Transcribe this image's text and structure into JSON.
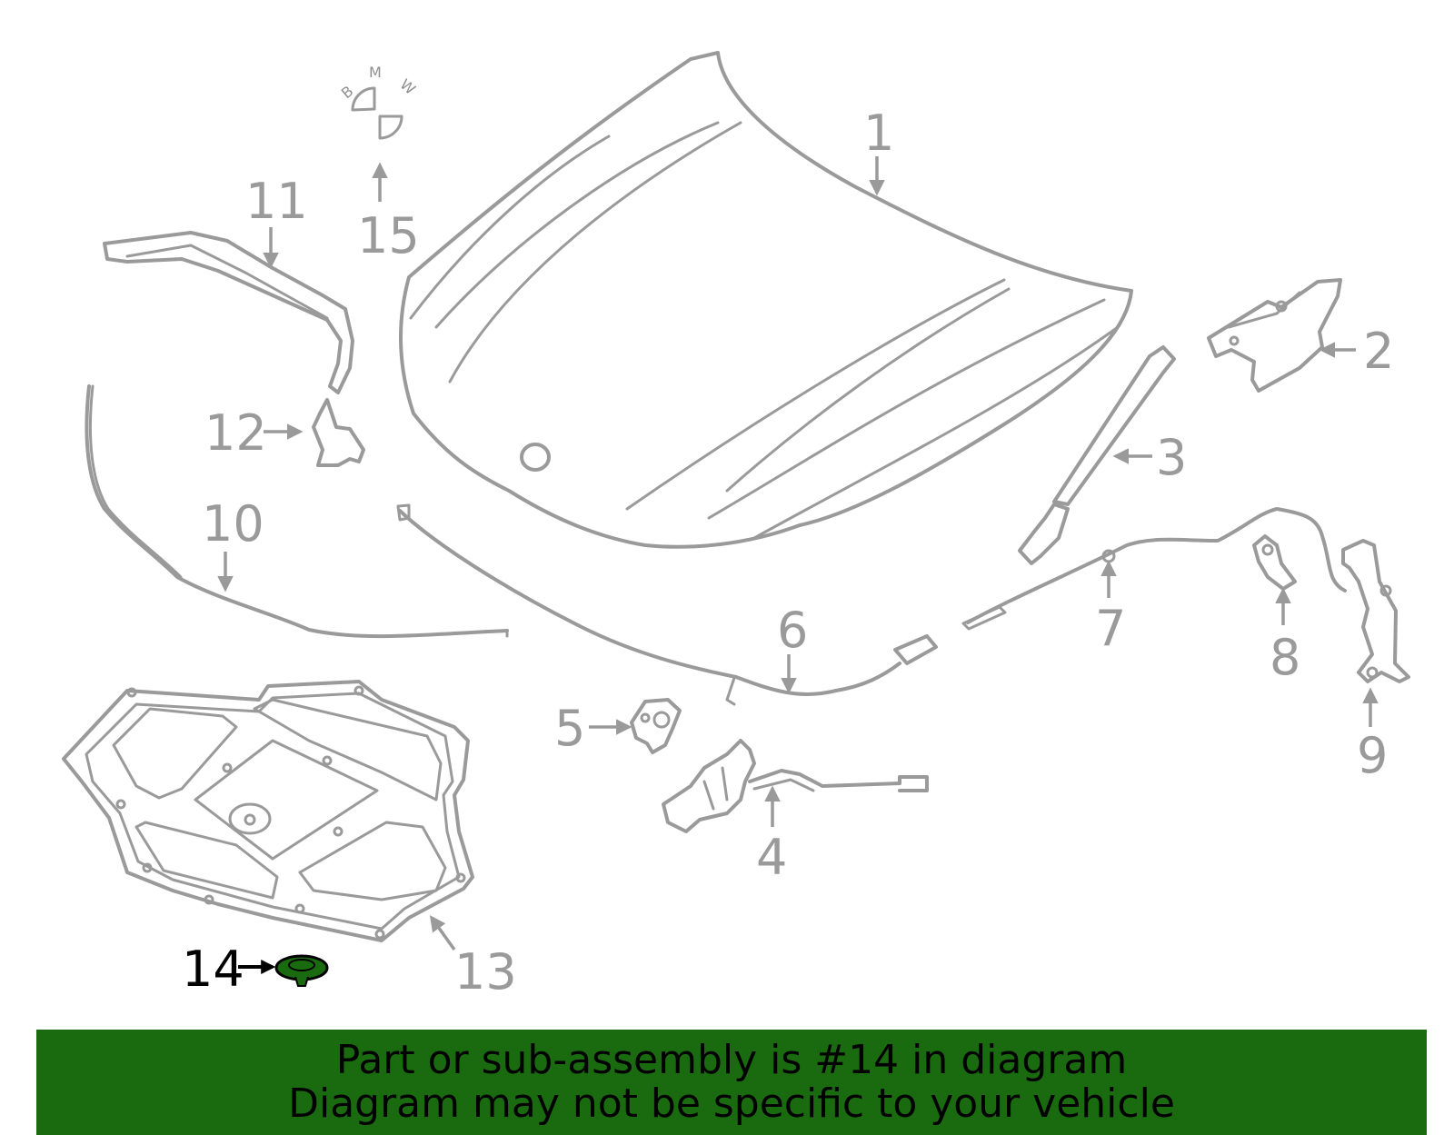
{
  "diagram": {
    "logo_letters": [
      "B",
      "M",
      "W"
    ],
    "callouts": [
      {
        "num": "1",
        "part": "hood"
      },
      {
        "num": "2",
        "part": "hinge"
      },
      {
        "num": "3",
        "part": "support strut"
      },
      {
        "num": "4",
        "part": "latch"
      },
      {
        "num": "5",
        "part": "bracket"
      },
      {
        "num": "6",
        "part": "release cable"
      },
      {
        "num": "7",
        "part": "release cable"
      },
      {
        "num": "8",
        "part": "bracket"
      },
      {
        "num": "9",
        "part": "hinge"
      },
      {
        "num": "10",
        "part": "seal"
      },
      {
        "num": "11",
        "part": "seal"
      },
      {
        "num": "12",
        "part": "bracket"
      },
      {
        "num": "13",
        "part": "insulator"
      },
      {
        "num": "14",
        "part": "clip"
      },
      {
        "num": "15",
        "part": "emblem"
      }
    ],
    "highlighted_callout": "14",
    "highlight_color": "#1a6b10"
  },
  "banner": {
    "line1": "Part or sub-assembly is #14 in diagram",
    "line2": "Diagram may not be specific to your vehicle",
    "background": "#1a6b10"
  }
}
